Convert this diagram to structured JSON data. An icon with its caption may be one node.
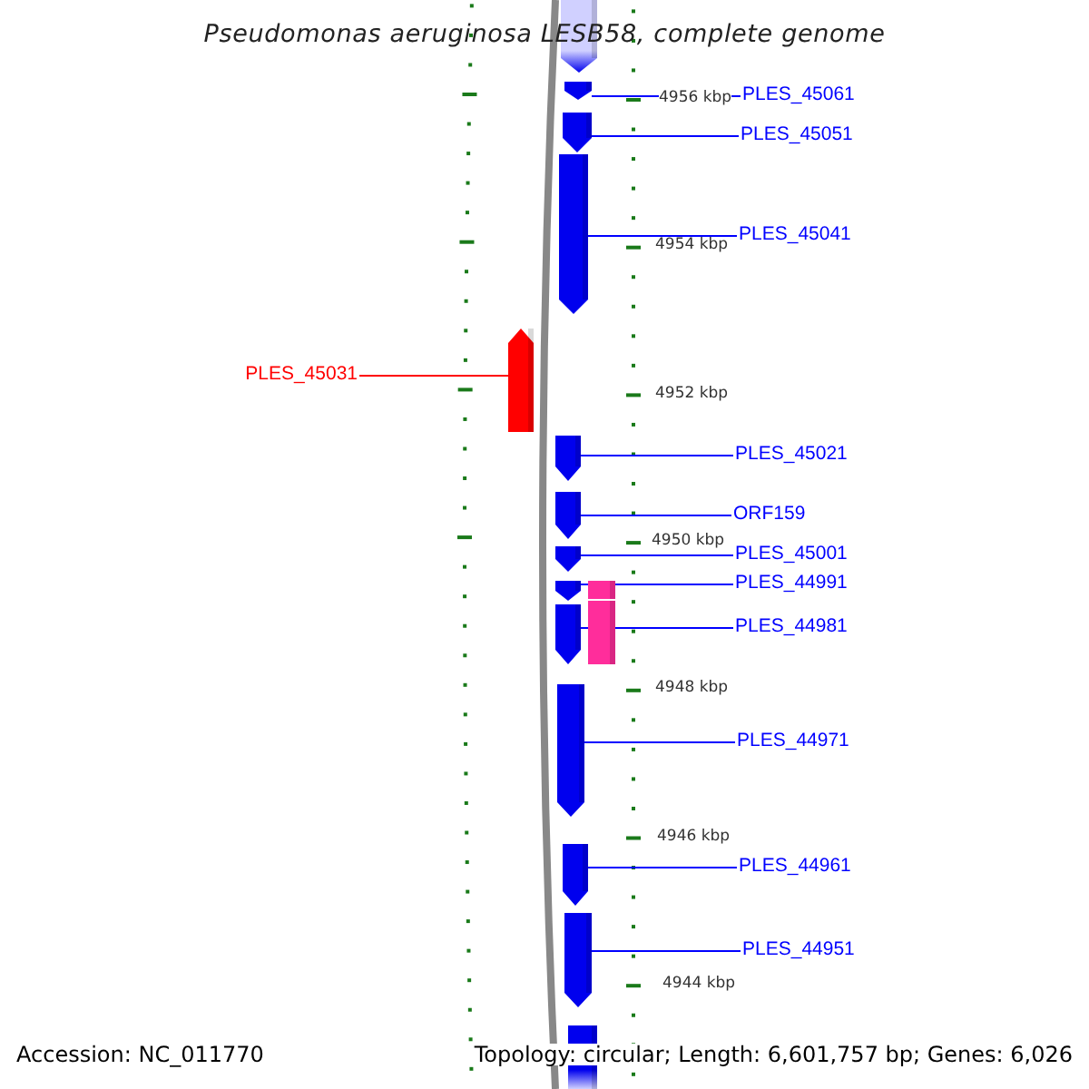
{
  "diagram": {
    "title": "Pseudomonas aeruginosa LESB58, complete genome",
    "nodes": [
      {
        "text": [],
        "shape": "bar"
      },
      {
        "text": [],
        "shape": "bar"
      },
      {
        "text": [],
        "shape": "bar"
      },
      {
        "text": [],
        "shape": "bar"
      },
      {
        "text": [],
        "shape": "bar"
      },
      {
        "text": [],
        "shape": "bar"
      },
      {
        "text": [],
        "shape": "bar"
      },
      {
        "text": [],
        "shape": "bar"
      },
      {
        "text": [],
        "shape": "bar"
      },
      {
        "text": [],
        "shape": "bar"
      },
      {
        "text": [],
        "shape": "bar"
      },
      {
        "text": [],
        "shape": "bar"
      },
      {
        "text": [],
        "shape": "bar"
      },
      {
        "text": [],
        "shape": "bar"
      },
      {
        "text": [],
        "shape": "bar"
      },
      {
        "text": [],
        "shape": "bar"
      },
      {
        "text": [
          "PLES_45061"
        ]
      },
      {
        "text": [
          "PLES_45051"
        ]
      },
      {
        "text": [
          "PLES_45041"
        ]
      },
      {
        "text": [
          "PLES_45031"
        ]
      },
      {
        "text": [
          "PLES_45021"
        ]
      },
      {
        "text": [
          "ORF159"
        ]
      },
      {
        "text": [
          "PLES_45001"
        ]
      },
      {
        "text": [
          "PLES_44991"
        ]
      },
      {
        "text": [
          "PLES_44981"
        ]
      },
      {
        "text": [
          "PLES_44971"
        ]
      },
      {
        "text": [
          "PLES_44961"
        ]
      },
      {
        "text": [
          "PLES_44951"
        ]
      }
    ],
    "edges": [
      {
        "from": 16,
        "to": 1,
        "arrow": "none"
      },
      {
        "from": 17,
        "to": 2,
        "arrow": "none"
      },
      {
        "from": 18,
        "to": 3,
        "arrow": "none"
      },
      {
        "from": 19,
        "to": 4,
        "arrow": "none",
        "color": "#ff0000"
      },
      {
        "from": 20,
        "to": 5,
        "arrow": "none"
      },
      {
        "from": 21,
        "to": 6,
        "arrow": "none"
      },
      {
        "from": 22,
        "to": 7,
        "arrow": "none"
      },
      {
        "from": 23,
        "to": 8,
        "arrow": "none"
      },
      {
        "from": 24,
        "to": 10,
        "arrow": "none"
      },
      {
        "from": 25,
        "to": 12,
        "arrow": "none"
      },
      {
        "from": 26,
        "to": 13,
        "arrow": "none"
      },
      {
        "from": 27,
        "to": 14,
        "arrow": "none"
      }
    ],
    "labels": [
      "4956 kbp",
      "4954 kbp",
      "4952 kbp",
      "4950 kbp",
      "4948 kbp",
      "4946 kbp",
      "4944 kbp",
      "Accession: NC_011770",
      "Topology: circular; Length: 6,601,757 bp; Genes: 6,026"
    ]
  }
}
